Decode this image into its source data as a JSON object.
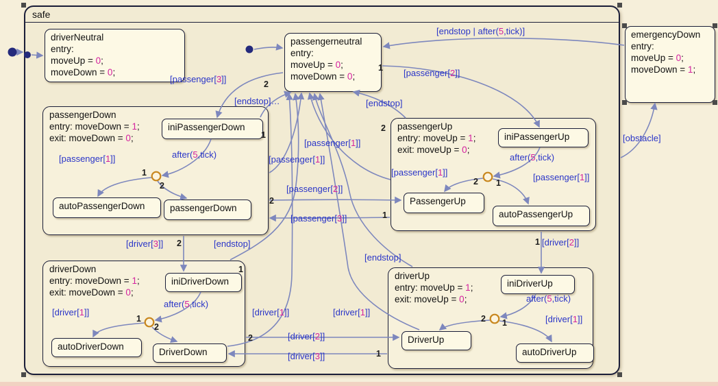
{
  "diagram": {
    "type": "stateflow-state-machine",
    "colors": {
      "background": "#f6efda",
      "chart_fill": "#f2ebd3",
      "state_fill": "#fdf9e5",
      "state_border": "#1a1d38",
      "transition_line": "#7d87bd",
      "label_blue": "#2a35c8",
      "literal_magenta": "#d4219e",
      "junction_orange": "#c8871e",
      "default_dot_navy": "#242a7c"
    }
  },
  "chart": {
    "title": "safe"
  },
  "states": {
    "driverNeutral": {
      "title": "driverNeutral",
      "entry_label": "entry:",
      "actions": [
        {
          "pre": "moveUp = ",
          "val": "0",
          "post": ";"
        },
        {
          "pre": "moveDown = ",
          "val": "0",
          "post": ";"
        }
      ]
    },
    "passengerneutral": {
      "title": "passengerneutral",
      "entry_label": "entry:",
      "actions": [
        {
          "pre": "moveUp = ",
          "val": "0",
          "post": ";"
        },
        {
          "pre": "moveDown = ",
          "val": "0",
          "post": ";"
        }
      ]
    },
    "emergencyDown": {
      "title": "emergencyDown",
      "entry_label": "entry:",
      "actions": [
        {
          "pre": "moveUp = ",
          "val": "0",
          "post": ";"
        },
        {
          "pre": "moveDown = ",
          "val": "1",
          "post": ";"
        }
      ]
    },
    "passengerDown": {
      "title": "passengerDown",
      "actions": [
        {
          "pre": "entry: moveDown = ",
          "val": "1",
          "post": ";"
        },
        {
          "pre": "exit: moveDown = ",
          "val": "0",
          "post": ";"
        }
      ],
      "children": {
        "ini": {
          "title": "iniPassengerDown"
        },
        "auto": {
          "title": "autoPassengerDown"
        },
        "main": {
          "title": "passengerDown"
        }
      }
    },
    "passengerUp": {
      "title": "passengerUp",
      "actions": [
        {
          "pre": "entry: moveUp = ",
          "val": "1",
          "post": ";"
        },
        {
          "pre": "exit: moveUp = ",
          "val": "0",
          "post": ";"
        }
      ],
      "children": {
        "ini": {
          "title": "iniPassengerUp"
        },
        "main": {
          "title": "PassengerUp"
        },
        "auto": {
          "title": "autoPassengerUp"
        }
      }
    },
    "driverDown": {
      "title": "driverDown",
      "actions": [
        {
          "pre": "entry: moveDown = ",
          "val": "1",
          "post": ";"
        },
        {
          "pre": "exit: moveDown = ",
          "val": "0",
          "post": ";"
        }
      ],
      "children": {
        "ini": {
          "title": "iniDriverDown"
        },
        "auto": {
          "title": "autoDriverDown"
        },
        "main": {
          "title": "DriverDown"
        }
      }
    },
    "driverUp": {
      "title": "driverUp",
      "actions": [
        {
          "pre": "entry: moveUp = ",
          "val": "1",
          "post": ";"
        },
        {
          "pre": "exit: moveUp = ",
          "val": "0",
          "post": ";"
        }
      ],
      "children": {
        "ini": {
          "title": "iniDriverUp"
        },
        "main": {
          "title": "DriverUp"
        },
        "auto": {
          "title": "autoDriverUp"
        }
      }
    }
  },
  "labels": [
    {
      "pre": "[passenger[",
      "val": "3",
      "post": "]]"
    },
    {
      "pre": "[endstop]",
      "val": "",
      "post": "…"
    },
    {
      "pre": "[passenger[",
      "val": "2",
      "post": "]]"
    },
    {
      "pre": "[endstop | after(",
      "val": "5",
      "post": ",tick)]"
    },
    {
      "pre": "[endstop]",
      "val": "",
      "post": ""
    },
    {
      "pre": "[passenger[",
      "val": "1",
      "post": "]]"
    },
    {
      "pre": "[passenger[",
      "val": "1",
      "post": "]]"
    },
    {
      "pre": "[passenger[",
      "val": "2",
      "post": "]]"
    },
    {
      "pre": "[passenger[",
      "val": "3",
      "post": "]]"
    },
    {
      "pre": "[obstacle]",
      "val": "",
      "post": ""
    },
    {
      "pre": "[passenger[",
      "val": "1",
      "post": "]]"
    },
    {
      "pre": "after(",
      "val": "5",
      "post": ",tick)"
    },
    {
      "pre": "[passenger[",
      "val": "1",
      "post": "]]"
    },
    {
      "pre": "after(",
      "val": "5",
      "post": ",tick)"
    },
    {
      "pre": "[passenger[",
      "val": "1",
      "post": "]]"
    },
    {
      "pre": "[driver[",
      "val": "3",
      "post": "]]"
    },
    {
      "pre": "[endstop]",
      "val": "",
      "post": ""
    },
    {
      "pre": "[endstop]",
      "val": "",
      "post": ""
    },
    {
      "pre": "[driver[",
      "val": "2",
      "post": "]]"
    },
    {
      "pre": "[driver[",
      "val": "1",
      "post": "]]"
    },
    {
      "pre": "after(",
      "val": "5",
      "post": ",tick)"
    },
    {
      "pre": "after(",
      "val": "5",
      "post": ",tick)"
    },
    {
      "pre": "[driver[",
      "val": "1",
      "post": "]]"
    },
    {
      "pre": "[driver[",
      "val": "1",
      "post": "]]"
    },
    {
      "pre": "[driver[",
      "val": "1",
      "post": "]]"
    },
    {
      "pre": "[driver[",
      "val": "2",
      "post": "]]"
    },
    {
      "pre": "[driver[",
      "val": "3",
      "post": "]]"
    }
  ],
  "numbers": [
    {
      "text": "2"
    },
    {
      "text": "1"
    },
    {
      "text": "1"
    },
    {
      "text": "2"
    },
    {
      "text": "2"
    },
    {
      "text": "1"
    },
    {
      "text": "2"
    },
    {
      "text": "1"
    },
    {
      "text": "1"
    },
    {
      "text": "2"
    },
    {
      "text": "1"
    },
    {
      "text": "1"
    },
    {
      "text": "2"
    },
    {
      "text": "2"
    },
    {
      "text": "1"
    },
    {
      "text": "1"
    },
    {
      "text": "2"
    },
    {
      "text": "2"
    },
    {
      "text": "1"
    }
  ]
}
